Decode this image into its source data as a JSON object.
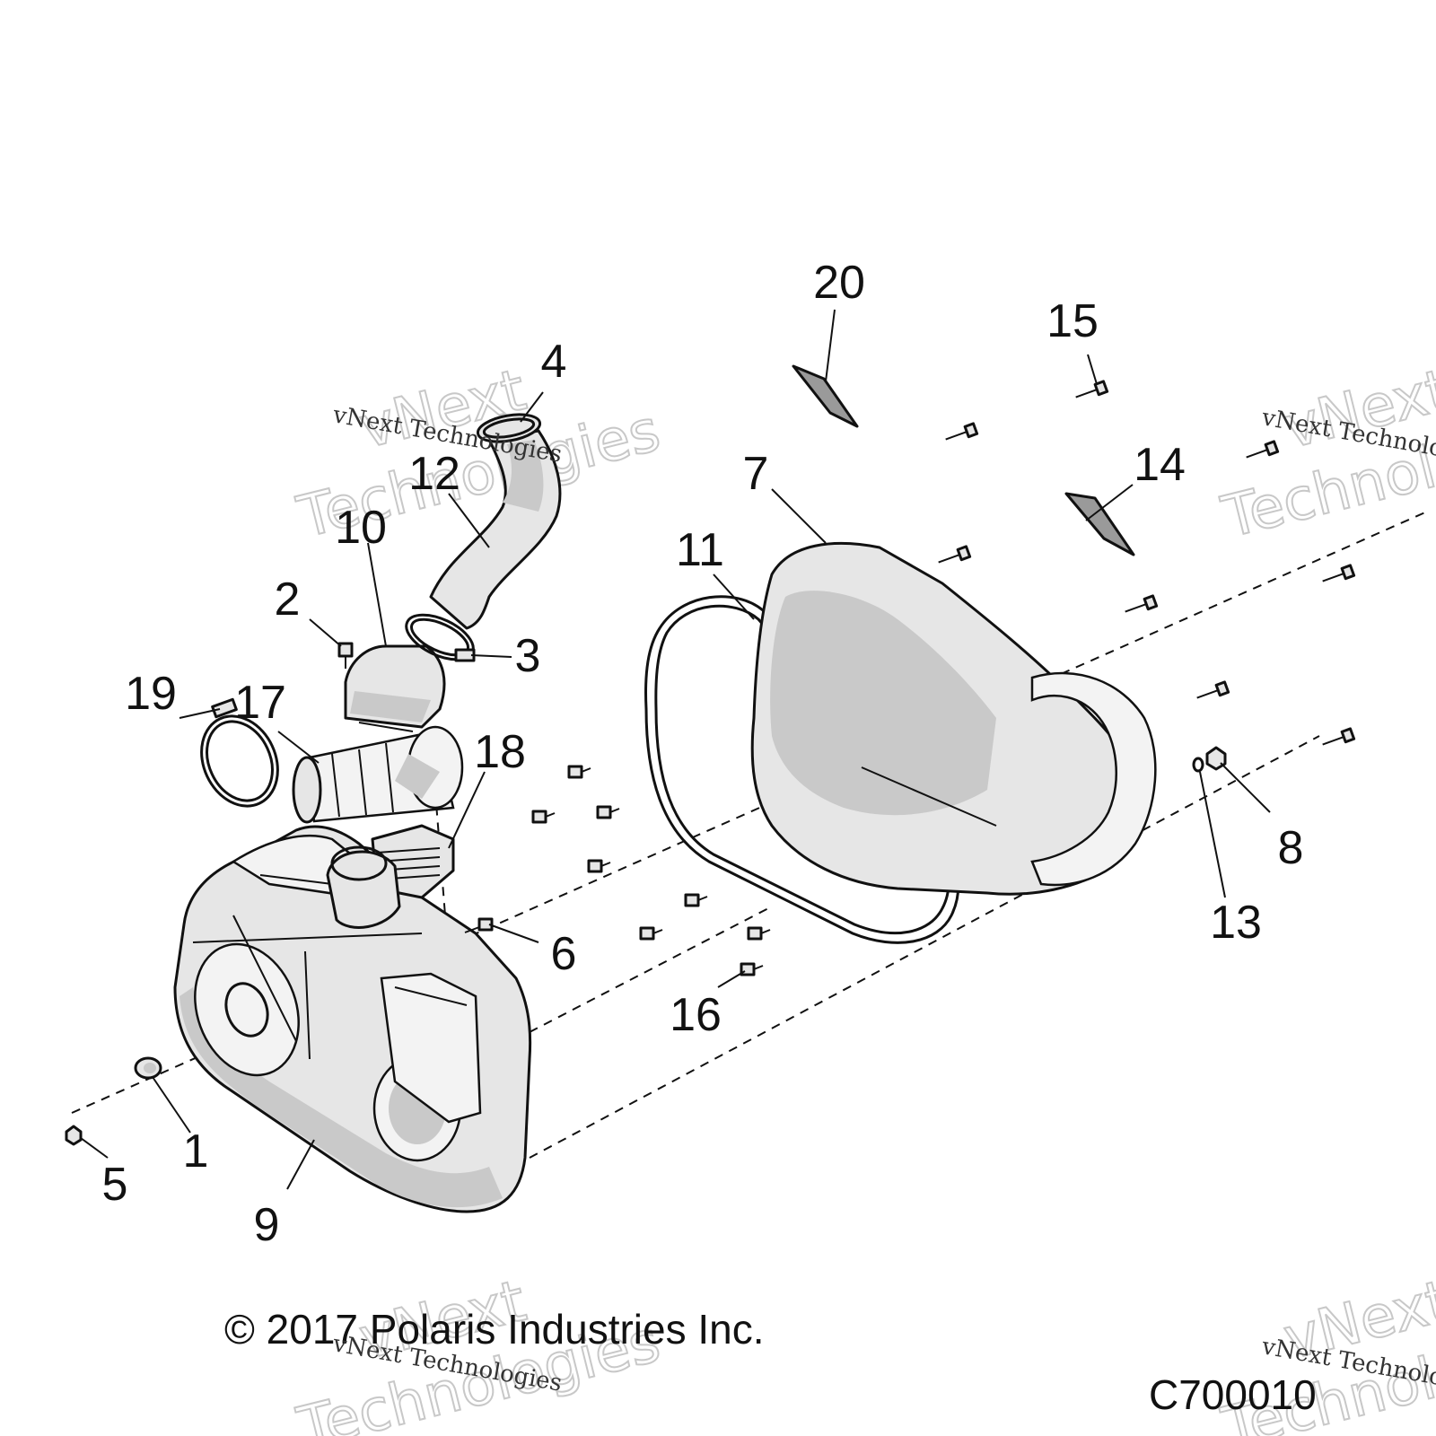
{
  "diagram": {
    "callouts": [
      "1",
      "2",
      "3",
      "4",
      "5",
      "6",
      "7",
      "8",
      "9",
      "10",
      "11",
      "12",
      "13",
      "14",
      "15",
      "16",
      "17",
      "18",
      "19",
      "20"
    ],
    "copyright": "© 2017 Polaris Industries Inc.",
    "figure_code": "C700010",
    "watermark_small": "vNext Technologies",
    "watermark_big_line1": "vNext",
    "watermark_big_line2": "Technologies"
  }
}
